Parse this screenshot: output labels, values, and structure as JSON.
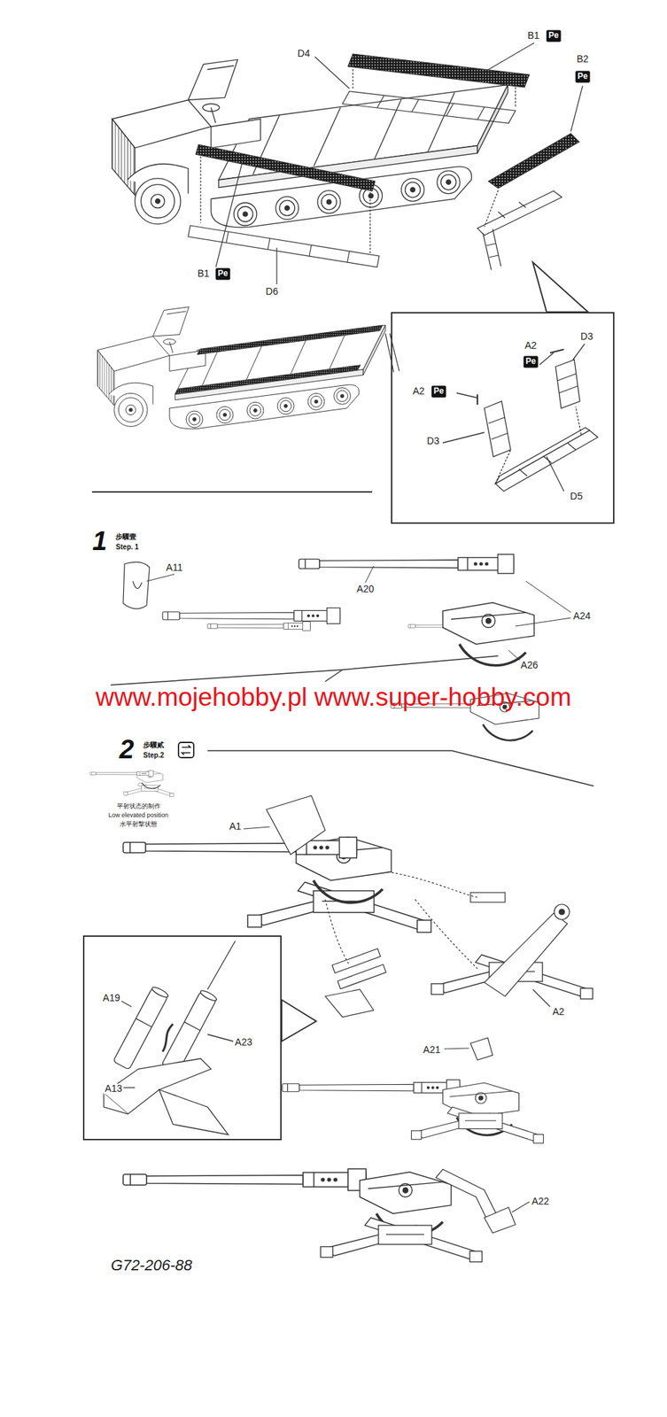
{
  "diagram": {
    "nodes": [
      {
        "text": [
          "A2",
          "Pe",
          "D3",
          "A2",
          "Pe",
          "D3",
          "D5"
        ]
      },
      {
        "text": [
          "A19",
          "A23",
          "A13"
        ]
      }
    ],
    "labels": [
      "D4",
      "B1",
      "Pe",
      "B2",
      "Pe",
      "B1",
      "Pe",
      "D6",
      "1",
      "步驟壹",
      "Step. 1",
      "A11",
      "A20",
      "A24",
      "A26",
      "www.mojehobby.pl www.super-hobby.com",
      "2",
      "步驟貳",
      "Step.2",
      "平射状态的制作",
      "Low elevated position",
      "水平射撃状態",
      "A1",
      "A2",
      "A21",
      "A22",
      "G72-206-88"
    ]
  }
}
